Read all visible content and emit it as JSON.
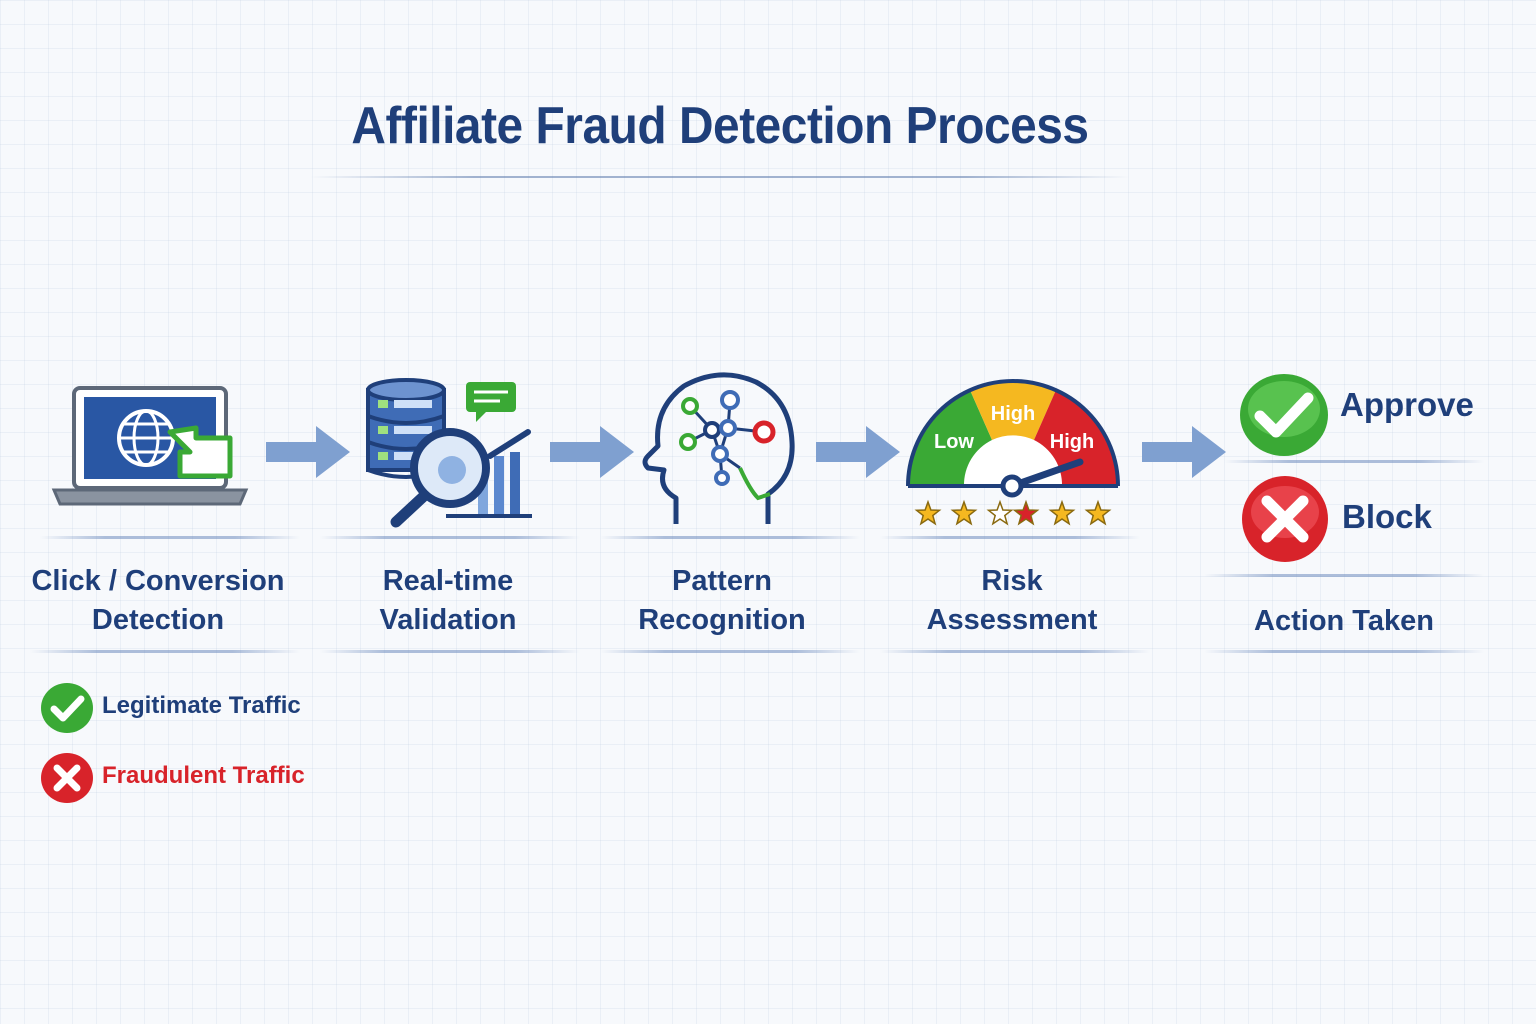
{
  "title": "Affiliate Fraud Detection Process",
  "steps": [
    {
      "line1": "Click / Conversion",
      "line2": "Detection",
      "icon": "laptop-globe-icon"
    },
    {
      "line1": "Real-time",
      "line2": "Validation",
      "icon": "database-magnifier-icon"
    },
    {
      "line1": "Pattern",
      "line2": "Recognition",
      "icon": "brain-network-icon"
    },
    {
      "line1": "Risk",
      "line2": "Assessment",
      "icon": "risk-gauge-icon"
    },
    {
      "line1": "Action Taken",
      "line2": "",
      "icon": ""
    }
  ],
  "gauge": {
    "low": "Low",
    "high_mid": "High",
    "high": "High"
  },
  "outcomes": [
    {
      "label": "Approve",
      "icon": "check-circle-icon",
      "color": "#3aa935"
    },
    {
      "label": "Block",
      "icon": "x-circle-icon",
      "color": "#d8232a"
    }
  ],
  "legend": [
    {
      "label": "Legitimate Traffic",
      "icon": "check-circle-icon",
      "color": "#1f3f7a"
    },
    {
      "label": "Fraudulent Traffic",
      "icon": "x-circle-icon",
      "color": "#d8232a"
    }
  ],
  "colors": {
    "navy": "#1f3f7a",
    "green": "#3aa935",
    "red": "#d8232a",
    "amber": "#f5b820",
    "arrow": "#7fa0d0"
  }
}
